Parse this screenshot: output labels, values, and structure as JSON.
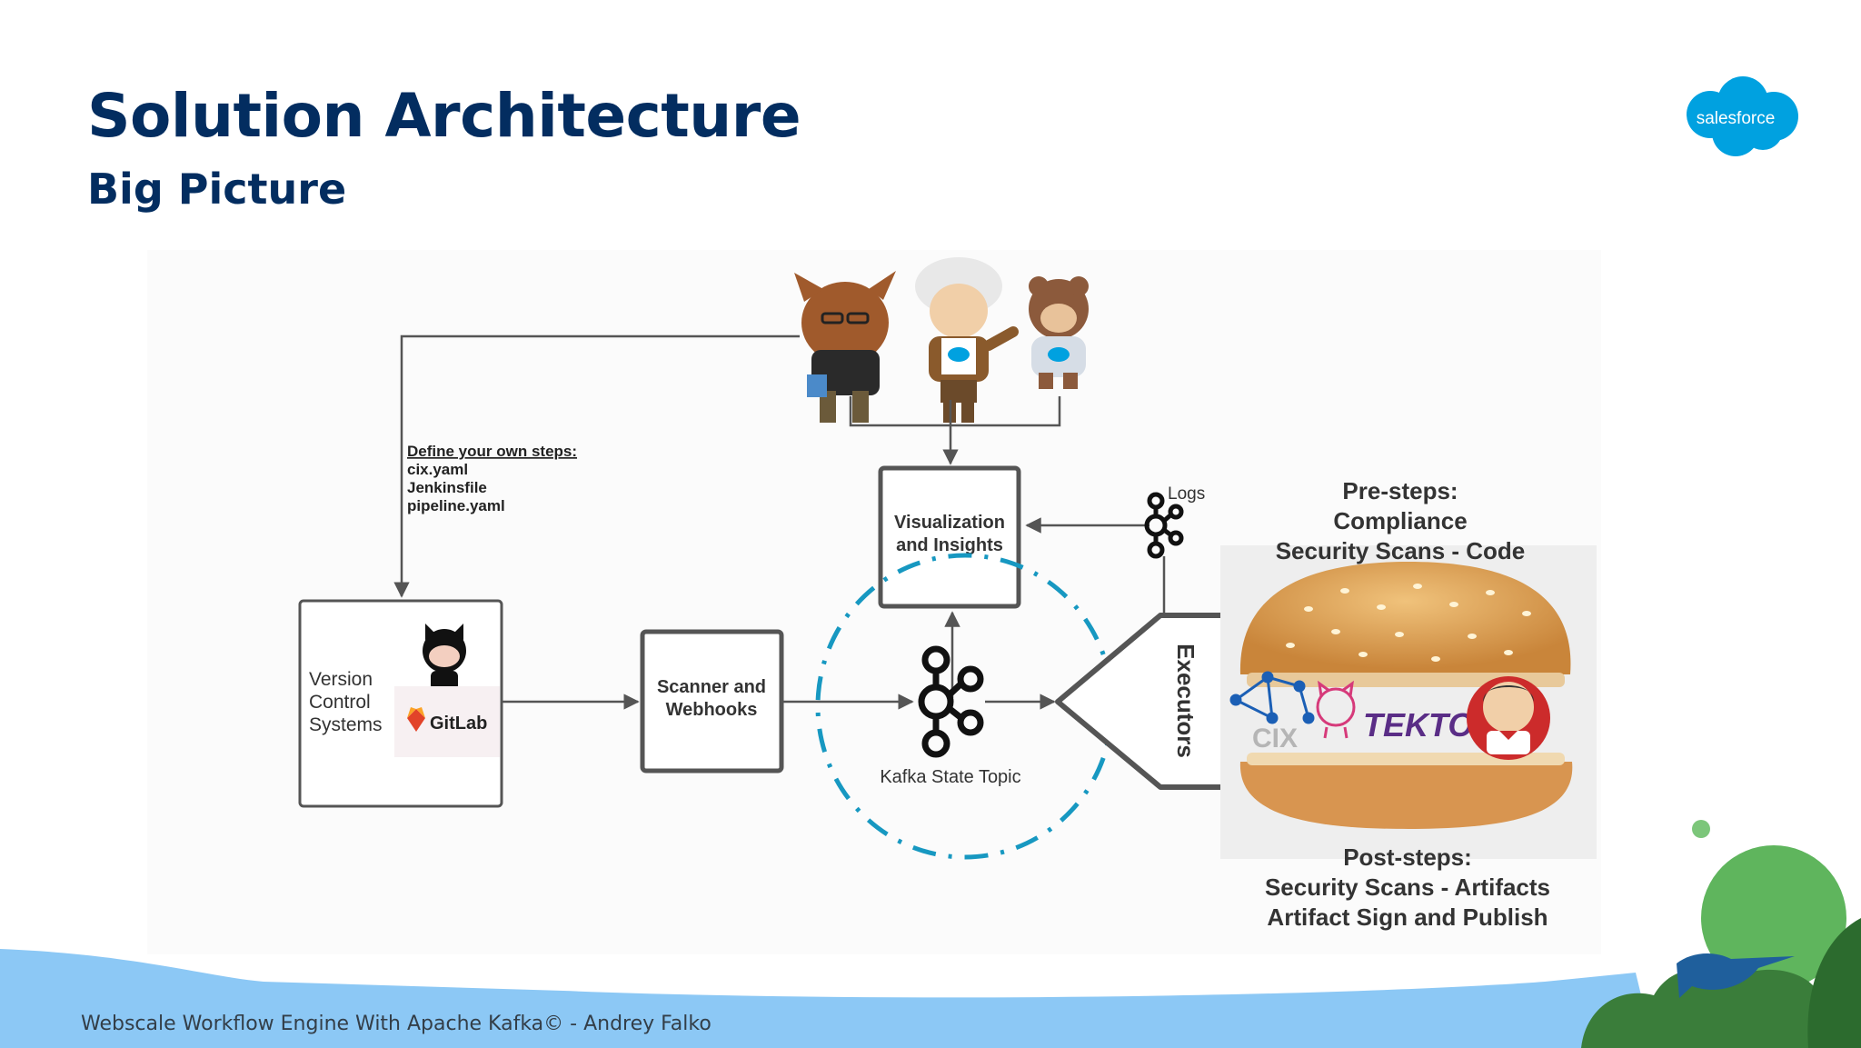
{
  "slide": {
    "title": "Solution Architecture",
    "subtitle": "Big Picture",
    "footer": "Webscale Workflow Engine With Apache Kafka© - Andrey Falko",
    "logo_text": "salesforce"
  },
  "diagram": {
    "define_steps": {
      "heading": "Define your own steps:",
      "lines": [
        "cix.yaml",
        "Jenkinsfile",
        "pipeline.yaml"
      ]
    },
    "vcs_box": {
      "lines": [
        "Version",
        "Control",
        "Systems"
      ],
      "gitlab_label": "GitLab"
    },
    "scanner_box": {
      "lines": [
        "Scanner and",
        "Webhooks"
      ]
    },
    "viz_box": {
      "lines": [
        "Visualization",
        "and Insights"
      ]
    },
    "kafka_label": "Kafka State Topic",
    "logs_label": "Logs",
    "executors_label": "Executors",
    "pre_steps": [
      "Pre-steps:",
      "Compliance",
      "Security Scans - Code"
    ],
    "post_steps": [
      "Post-steps:",
      "Security Scans - Artifacts",
      "Artifact Sign and Publish"
    ],
    "engine_labels": {
      "cix": "CIX",
      "tekton": "TEKTON"
    }
  },
  "colors": {
    "title": "#032d60",
    "salesforce_blue": "#00a1e0",
    "dashed_circle": "#1798c1",
    "box_border": "#555555",
    "wave": "#8cc8f5",
    "green": "#5fb55d"
  }
}
